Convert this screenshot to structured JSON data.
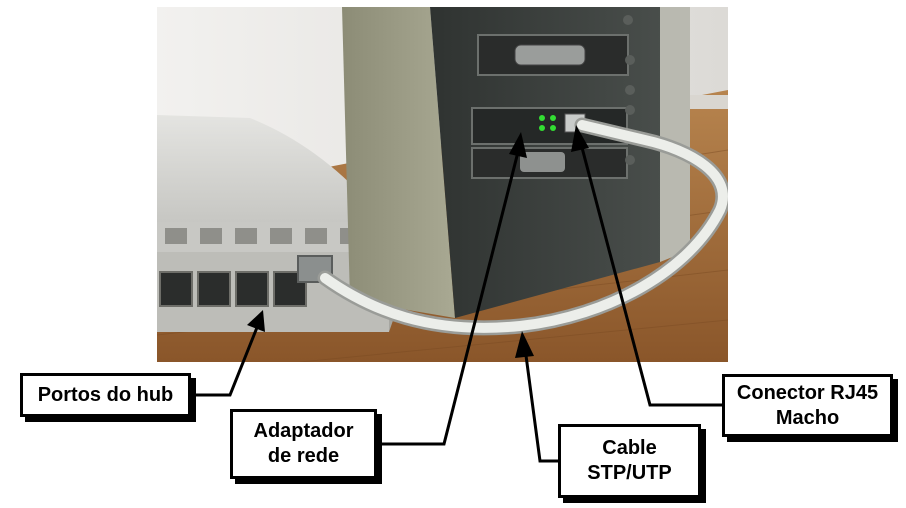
{
  "labels": {
    "hub_ports": [
      "Portos do hub"
    ],
    "network_adapter": [
      "Adaptador",
      "de rede"
    ],
    "cable": [
      "Cable",
      "STP/UTP"
    ],
    "rj45": [
      "Conector RJ45",
      "Macho"
    ]
  },
  "colors": {
    "wall": "#e9e7e4",
    "floor": "#a8703a",
    "floor_dark": "#7a4a22",
    "hub_body": "#d7d7d4",
    "tower_side": "#9a9a82",
    "tower_front": "#3c403e",
    "cable": "#eceeea",
    "led": "#33dd33",
    "line": "#000000"
  }
}
